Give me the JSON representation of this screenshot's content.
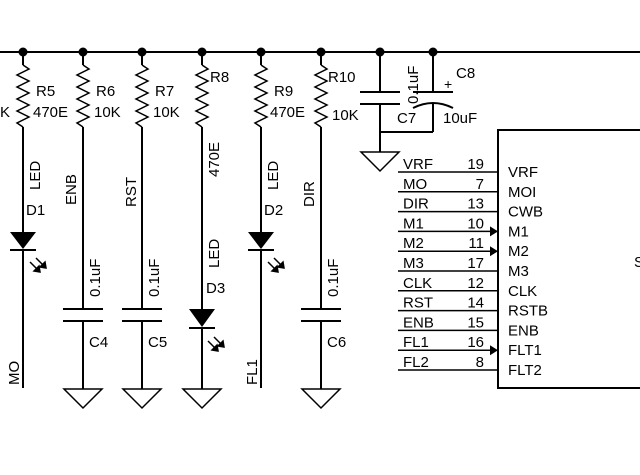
{
  "resistors": [
    {
      "ref": "R5",
      "value": "470E"
    },
    {
      "ref": "R6",
      "value": "10K"
    },
    {
      "ref": "R7",
      "value": "10K"
    },
    {
      "ref": "R8",
      "value": "470E"
    },
    {
      "ref": "R9",
      "value": "470E"
    },
    {
      "ref": "R10",
      "value": "10K"
    }
  ],
  "partial_resistor_value": "K",
  "leds": [
    {
      "type": "LED",
      "ref": "D1"
    },
    {
      "type": "LED",
      "ref": "D3"
    },
    {
      "type": "LED",
      "ref": "D2"
    }
  ],
  "capacitors": [
    {
      "ref": "C4",
      "value": "0.1uF"
    },
    {
      "ref": "C5",
      "value": "0.1uF"
    },
    {
      "ref": "C6",
      "value": "0.1uF"
    },
    {
      "ref": "C7",
      "value": "0.1uF"
    },
    {
      "ref": "C8",
      "value": "10uF",
      "polarity": "+"
    }
  ],
  "vertical_nets": [
    "ENB",
    "RST",
    "DIR",
    "MO",
    "FL1"
  ],
  "bus": [
    {
      "net": "VRF",
      "pin": "19",
      "chip_pin": "VRF"
    },
    {
      "net": "MO",
      "pin": "7",
      "chip_pin": "MOI"
    },
    {
      "net": "DIR",
      "pin": "13",
      "chip_pin": "CWB"
    },
    {
      "net": "M1",
      "pin": "10",
      "chip_pin": "M1"
    },
    {
      "net": "M2",
      "pin": "11",
      "chip_pin": "M2"
    },
    {
      "net": "M3",
      "pin": "17",
      "chip_pin": "M3"
    },
    {
      "net": "CLK",
      "pin": "12",
      "chip_pin": "CLK"
    },
    {
      "net": "RST",
      "pin": "14",
      "chip_pin": "RSTB"
    },
    {
      "net": "ENB",
      "pin": "15",
      "chip_pin": "ENB"
    },
    {
      "net": "FL1",
      "pin": "16",
      "chip_pin": "FLT1"
    },
    {
      "net": "FL2",
      "pin": "8",
      "chip_pin": "FLT2"
    }
  ],
  "chip_partial_label": "S"
}
